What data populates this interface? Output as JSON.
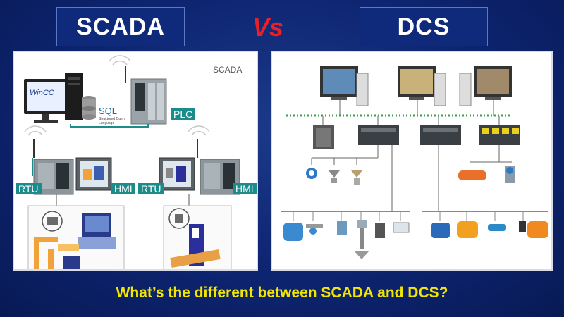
{
  "header": {
    "left_title": "SCADA",
    "vs": "Vs",
    "right_title": "DCS"
  },
  "scada_panel": {
    "corner_label": "SCADA",
    "wincc_label": "WinCC",
    "sql_label": "SQL",
    "sql_sub": "Structured Query Language",
    "plc_label": "PLC",
    "rtu_left": "RTU",
    "hmi_left": "HMI",
    "rtu_right": "RTU",
    "hmi_right": "HMI"
  },
  "footer": {
    "question": "What’s the different between SCADA and DCS?"
  },
  "colors": {
    "background": "#0d2470",
    "title_text": "#ffffff",
    "vs": "#e8202a",
    "question": "#f2e600",
    "label_teal": "#1a8c8c"
  }
}
